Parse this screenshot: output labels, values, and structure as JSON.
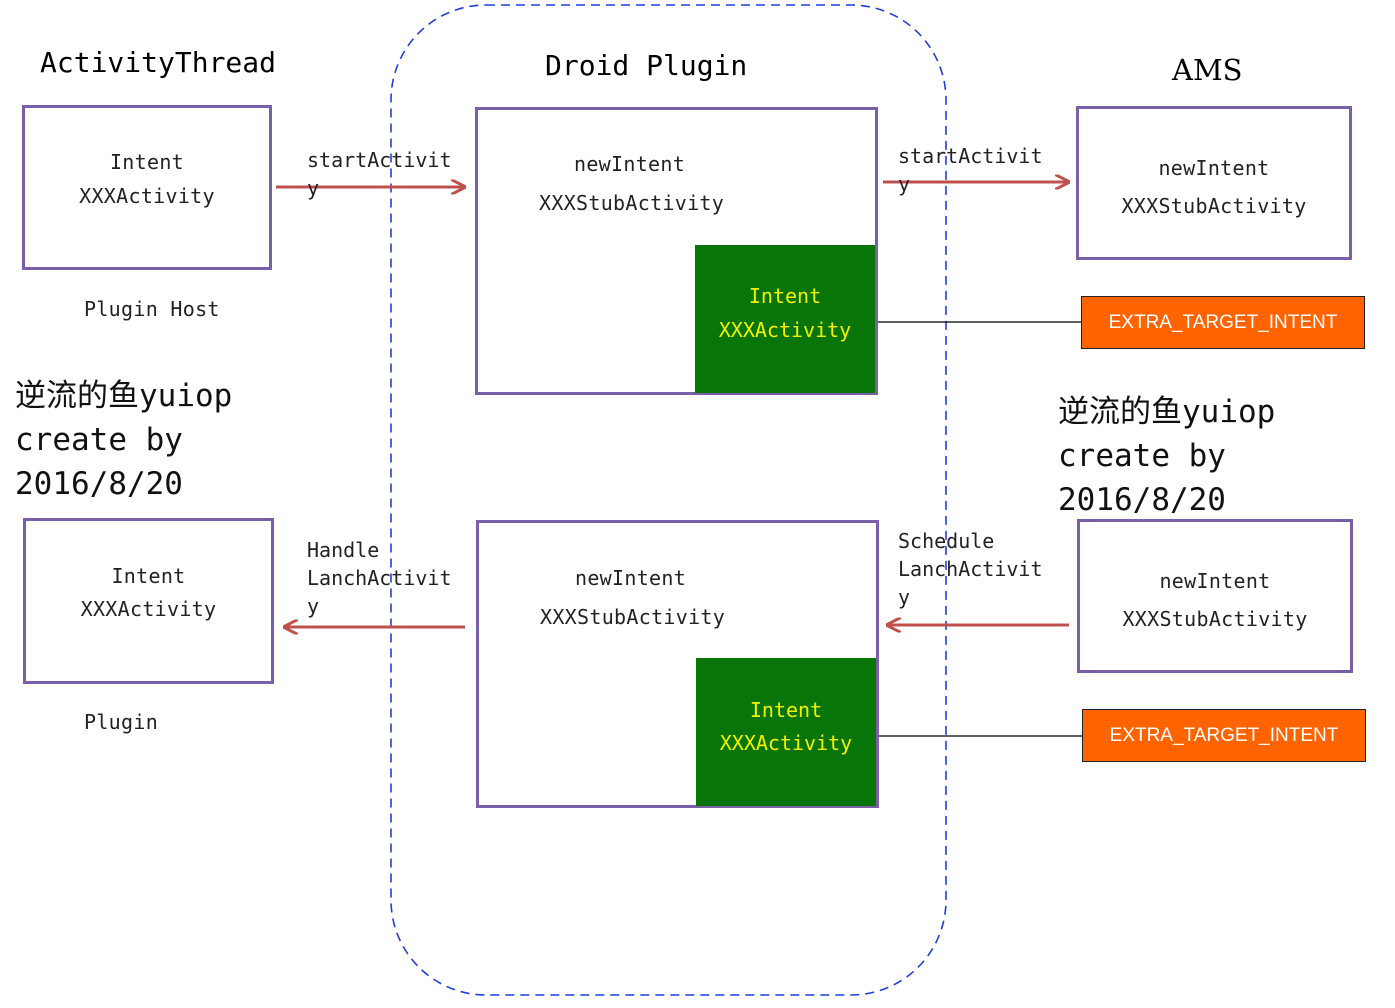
{
  "columns": {
    "left_title": "ActivityThread",
    "center_title": "Droid Plugin",
    "right_title": "AMS"
  },
  "top_row": {
    "left_box": {
      "line1": "Intent",
      "line2": "XXXActivity",
      "caption": "Plugin Host"
    },
    "center_box": {
      "line1": "newIntent",
      "line2": "XXXStubActivity",
      "inner_line1": "Intent",
      "inner_line2": "XXXActivity"
    },
    "right_box": {
      "line1": "newIntent",
      "line2": "XXXStubActivity"
    },
    "arrow_left_label": [
      "startActivit",
      "y"
    ],
    "arrow_right_label": [
      "startActivit",
      "y"
    ],
    "extra_tag": "EXTRA_TARGET_INTENT"
  },
  "bottom_row": {
    "left_box": {
      "line1": "Intent",
      "line2": "XXXActivity",
      "caption": "Plugin"
    },
    "center_box": {
      "line1": "newIntent",
      "line2": "XXXStubActivity",
      "inner_line1": "Intent",
      "inner_line2": "XXXActivity"
    },
    "right_box": {
      "line1": "newIntent",
      "line2": "XXXStubActivity"
    },
    "arrow_left_label": [
      "Handle",
      "LanchActivit",
      "y"
    ],
    "arrow_right_label": [
      "Schedule",
      "LanchActivit",
      "y"
    ],
    "extra_tag": "EXTRA_TARGET_INTENT"
  },
  "watermarks": [
    [
      "逆流的鱼yuiop",
      "create by",
      "2016/8/20"
    ],
    [
      "逆流的鱼yuiop",
      "create by",
      "2016/8/20"
    ]
  ],
  "colors": {
    "box_border": "#7b5fa8",
    "arrow": "#c0504d",
    "dashed_region": "#1f3fd8",
    "inner_fill": "#077507",
    "inner_text": "#f4f000",
    "tag_fill": "#ff6400"
  }
}
